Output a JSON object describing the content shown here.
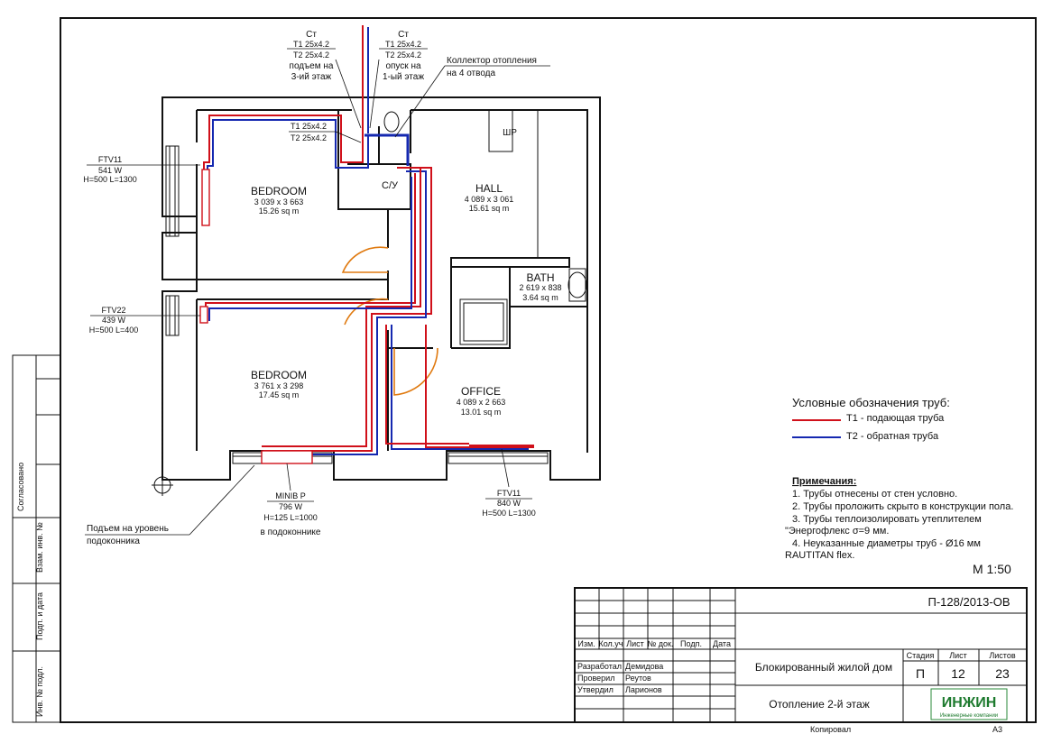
{
  "risers": {
    "left": {
      "title": "Ст",
      "t1": "T1 25x4.2",
      "t2": "T2 25x4.2",
      "note1": "подъем на",
      "note2": "3-ий этаж"
    },
    "right": {
      "title": "Ст",
      "t1": "T1 25x4.2",
      "t2": "T2 25x4.2",
      "note1": "опуск на",
      "note2": "1-ый этаж"
    }
  },
  "manifold": {
    "line1": "Коллектор отопления",
    "line2": "на 4 отвода"
  },
  "pipe_label": {
    "t1": "T1 25x4.2",
    "t2": "T2 25x4.2"
  },
  "rooms": [
    {
      "name": "BEDROOM",
      "dims": "3 039 x 3 663",
      "area": "15.26 sq m"
    },
    {
      "name": "BEDROOM",
      "dims": "3 761 x 3 298",
      "area": "17.45 sq m"
    },
    {
      "name": "HALL",
      "dims": "4 089 x 3 061",
      "area": "15.61 sq m"
    },
    {
      "name": "BATH",
      "dims": "2 619 x 838",
      "area": "3.64 sq m"
    },
    {
      "name": "OFFICE",
      "dims": "4 089 x 2 663",
      "area": "13.01 sq m"
    }
  ],
  "cu_label": "С/У",
  "shaft_label": "ШР",
  "radiators": [
    {
      "name": "FTV11",
      "power": "541 W",
      "size": "H=500 L=1300"
    },
    {
      "name": "FTV22",
      "power": "439 W",
      "size": "H=500 L=400"
    },
    {
      "name": "MINIB P",
      "power": "796 W",
      "size": "H=125 L=1000",
      "note": "в подоконнике"
    },
    {
      "name": "FTV11",
      "power": "840 W",
      "size": "H=500 L=1300"
    }
  ],
  "sill_note": {
    "line1": "Подъем на уровень",
    "line2": "подоконника"
  },
  "legend": {
    "title": "Условные обозначения  труб:",
    "items": [
      {
        "label": "T1 - подающая труба",
        "color": "#d0101a"
      },
      {
        "label": "T2 - обратная труба",
        "color": "#1528b0"
      }
    ]
  },
  "notes": {
    "title": "Примечания:",
    "lines": [
      "1. Трубы отнесены от стен условно.",
      "2. Трубы проложить скрыто в конструкции пола.",
      "3. Трубы теплоизолировать утеплителем",
      "\"Энергофлекс σ=9 мм.",
      "4. Неуказанные диаметры труб - Ø16 мм",
      "RAUTITAN flex."
    ]
  },
  "scale": "М 1:50",
  "side_stamp": [
    "Согласовано",
    "Взам. инв. №",
    "Подп. и дата",
    "Инв. № подл."
  ],
  "title_block": {
    "code": "П-128/2013-ОВ",
    "headers": [
      "Изм.",
      "Кол.уч",
      "Лист",
      "№ док.",
      "Подп.",
      "Дата"
    ],
    "roles": [
      "Разработал",
      "Проверил",
      "Утвердил"
    ],
    "names": [
      "Демидова",
      "Реутов",
      "Ларионов"
    ],
    "project": "Блокированный жилой дом",
    "sheet_title": "Отопление 2-й этаж",
    "stage_label": "Стадия",
    "sheet_label": "Лист",
    "sheets_label": "Листов",
    "stage": "П",
    "sheet": "12",
    "sheets": "23",
    "logo": "ИНЖИН",
    "logo_sub": "Инженерные компании",
    "copied": "Копировал",
    "format": "А3"
  }
}
